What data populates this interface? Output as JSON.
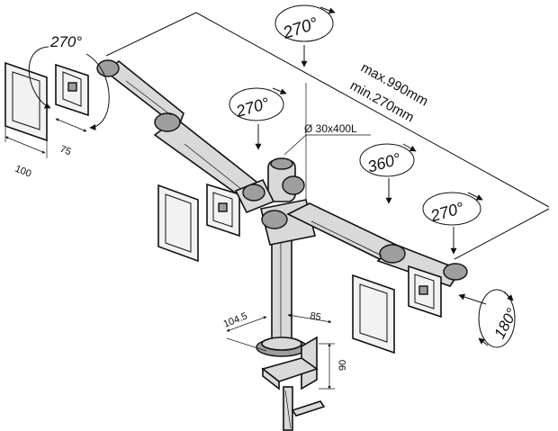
{
  "labels": {
    "rot_top": "270°",
    "rot_left": "270°",
    "rot_mid": "270°",
    "rot_360": "360°",
    "rot_right": "270°",
    "rot_180": "180°",
    "max_reach": "max.990mm",
    "min_reach": "min.270mm",
    "pole": "Ø 30x400L",
    "vesa_100": "100",
    "vesa_75": "75",
    "clamp_104": "104.5",
    "clamp_85": "85",
    "clamp_90": "90"
  }
}
